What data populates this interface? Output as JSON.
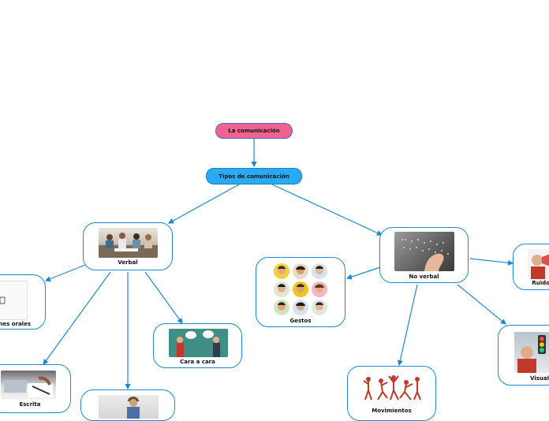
{
  "root": {
    "label": "La comunicación"
  },
  "types": {
    "label": "Tipos de comunicación"
  },
  "nodes": {
    "verbal": {
      "label": "Verbal"
    },
    "no_verbal": {
      "label": "No verbal"
    },
    "orales": {
      "label": "nes orales"
    },
    "escrita": {
      "label": "Escrita"
    },
    "cara_a_cara": {
      "label": "Cara a cara"
    },
    "gestos": {
      "label": "Gestos"
    },
    "movimientos": {
      "label": "Movimientos"
    },
    "ruido": {
      "label": "Ruido"
    },
    "visual": {
      "label": "Visual"
    }
  },
  "colors": {
    "root_fill": "#f06292",
    "types_fill": "#29aaf4",
    "edge": "#1e88d8"
  }
}
